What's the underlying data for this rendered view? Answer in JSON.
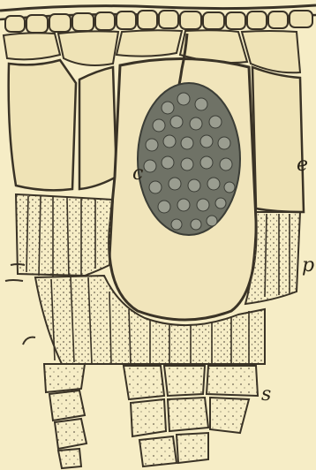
{
  "labels": {
    "e": "e",
    "c": "c",
    "p": "p",
    "s": "s"
  },
  "colors": {
    "background": "#f6edc6",
    "ink": "#3a3326",
    "cell_fill": "#efe3b6",
    "cystolith": "#6f7266",
    "cystolith_dark": "#3b3d36"
  }
}
